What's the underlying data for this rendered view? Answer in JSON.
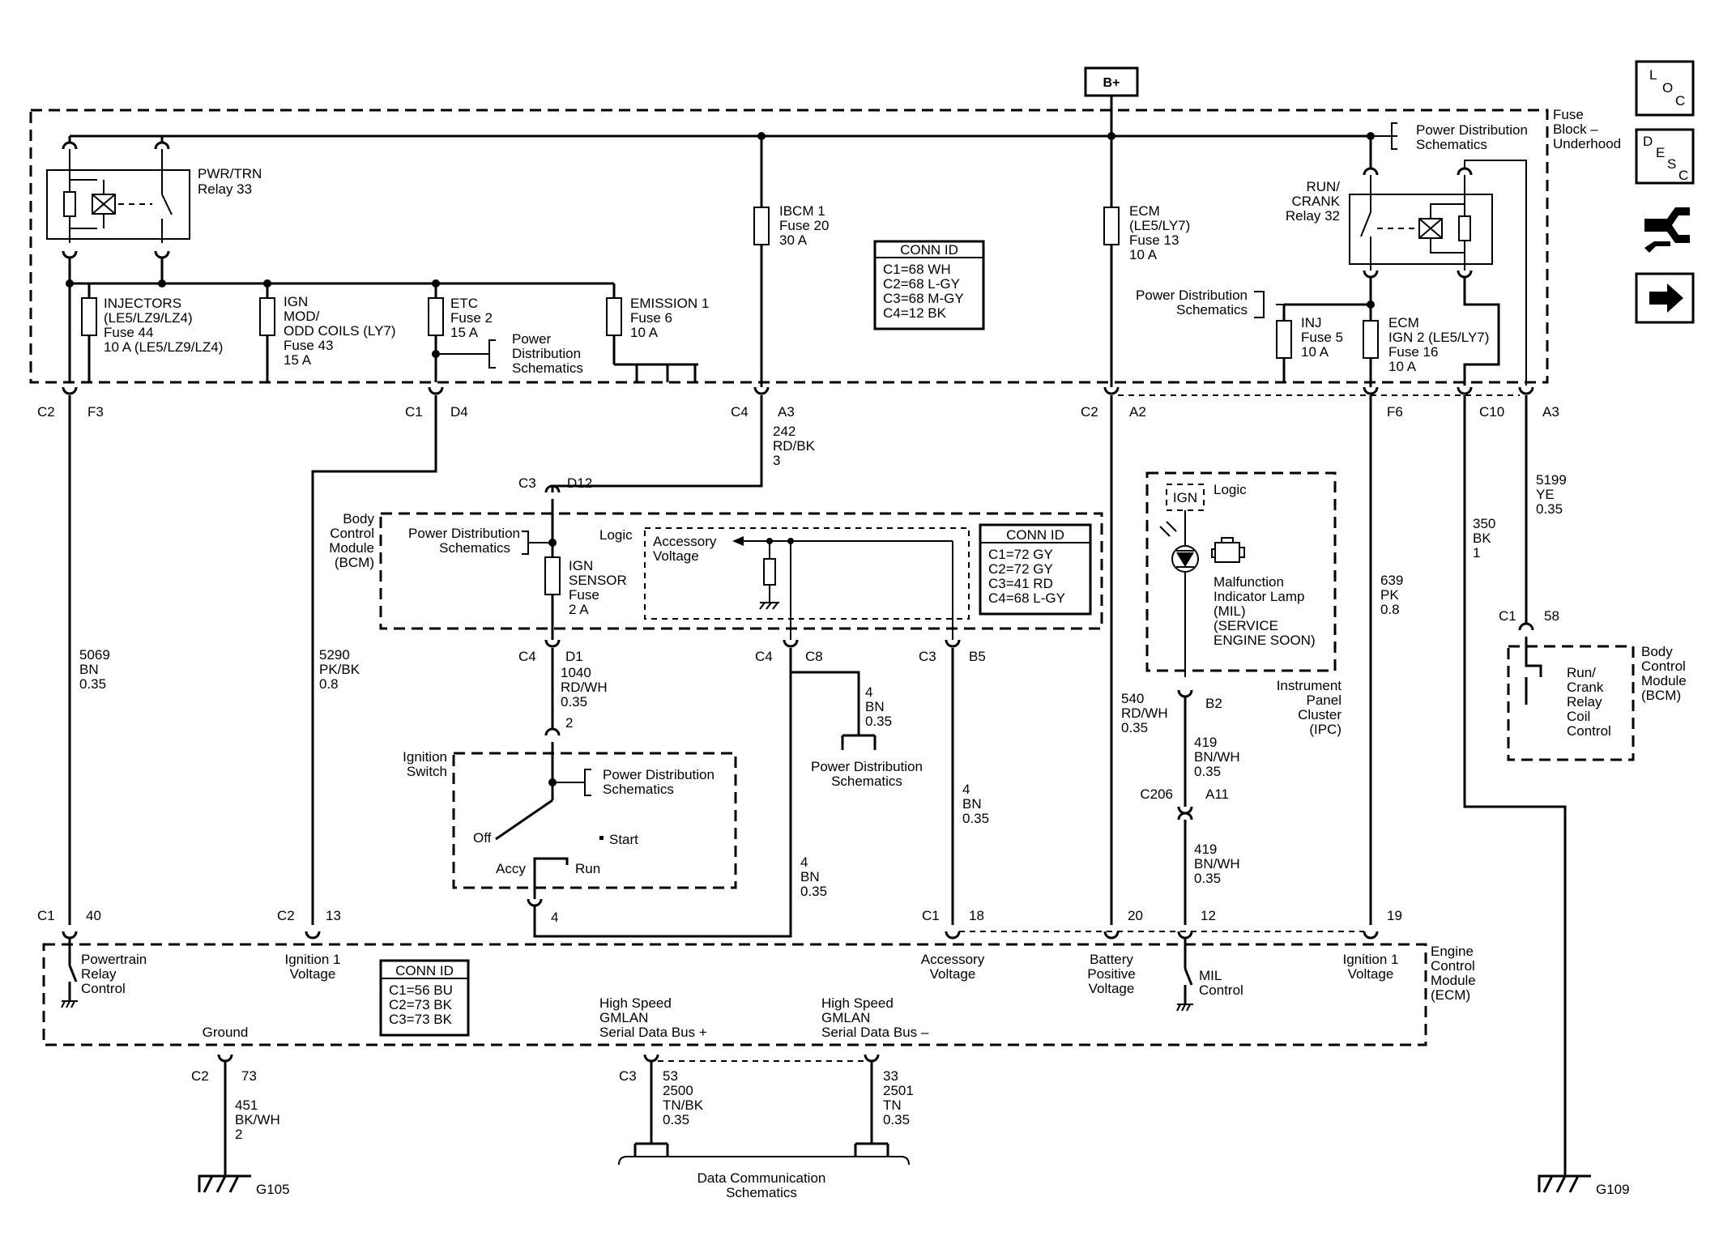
{
  "battery_label": "B+",
  "side_icons": {
    "loc": [
      "L",
      "O",
      "C"
    ],
    "desc": [
      "D",
      "E",
      "S",
      "C"
    ],
    "items": [
      "loc-icon",
      "desc-icon",
      "harness-icon",
      "next-page-arrow-icon"
    ]
  },
  "fuse_block": {
    "label": [
      "Fuse",
      "Block –",
      "Underhood"
    ]
  },
  "pd_top": [
    "Power Distribution",
    "Schematics"
  ],
  "pwr_trn_relay": [
    "PWR/TRN",
    "Relay 33"
  ],
  "run_crank_relay": [
    "RUN/",
    "CRANK",
    "Relay 32"
  ],
  "fuses": {
    "injectors": [
      "INJECTORS",
      "(LE5/LZ9/LZ4)",
      "Fuse 44",
      "10 A (LE5/LZ9/LZ4)"
    ],
    "ign_mod": [
      "IGN",
      "MOD/",
      "ODD COILS (LY7)",
      "Fuse 43",
      "15 A"
    ],
    "etc": [
      "ETC",
      "Fuse 2",
      "15 A"
    ],
    "emission": [
      "EMISSION 1",
      "Fuse 6",
      "10 A"
    ],
    "ibcm": [
      "IBCM 1",
      "Fuse 20",
      "30 A"
    ],
    "ecm": [
      "ECM",
      "(LE5/LY7)",
      "Fuse 13",
      "10 A"
    ],
    "inj5": [
      "INJ",
      "Fuse 5",
      "10 A"
    ],
    "ecm_ign2": [
      "ECM",
      "IGN 2 (LE5/LY7)",
      "Fuse 16",
      "10 A"
    ]
  },
  "pd_etc": [
    "Power",
    "Distribution",
    "Schematics"
  ],
  "pd_ecm_side": [
    "Power Distribution",
    "Schematics"
  ],
  "conn_fuse_block": {
    "title": "CONN ID",
    "rows": [
      "C1=68 WH",
      "C2=68 L-GY",
      "C3=68 M-GY",
      "C4=12 BK"
    ]
  },
  "conn_bcm": {
    "title": "CONN ID",
    "rows": [
      "C1=72 GY",
      "C2=72 GY",
      "C3=41 RD",
      "C4=68 L-GY"
    ]
  },
  "conn_ecm": {
    "title": "CONN ID",
    "rows": [
      "C1=56 BU",
      "C2=73 BK",
      "C3=73 BK"
    ]
  },
  "fb_connectors": [
    {
      "conn": "C2",
      "pin": "F3"
    },
    {
      "conn": "C1",
      "pin": "D4"
    },
    {
      "conn": "C4",
      "pin": "A3"
    },
    {
      "conn": "C2",
      "pin": "A2"
    },
    {
      "conn": "F6",
      "pin": ""
    },
    {
      "conn": "C10",
      "pin": ""
    },
    {
      "conn": "A3",
      "pin": ""
    }
  ],
  "bcm": {
    "label": [
      "Body",
      "Control",
      "Module",
      "(BCM)"
    ],
    "pd": [
      "Power Distribution",
      "Schematics"
    ],
    "logic": "Logic",
    "ign_sensor": [
      "IGN",
      "SENSOR",
      "Fuse",
      "2 A"
    ],
    "acc_voltage": [
      "Accessory",
      "Voltage"
    ],
    "c3": "C3",
    "d12": "D12",
    "c4": "C4",
    "d1": "D1",
    "c4b": "C4",
    "c8": "C8",
    "c3b": "C3",
    "b5": "B5"
  },
  "wires": {
    "w242": [
      "242",
      "RD/BK",
      "3"
    ],
    "w5069": [
      "5069",
      "BN",
      "0.35"
    ],
    "w5290": [
      "5290",
      "PK/BK",
      "0.8"
    ],
    "w1040": [
      "1040",
      "RD/WH",
      "0.35"
    ],
    "w4a": [
      "4",
      "BN",
      "0.35"
    ],
    "w4b": [
      "4",
      "BN",
      "0.35"
    ],
    "w4c": [
      "4",
      "BN",
      "0.35"
    ],
    "w540": [
      "540",
      "RD/WH",
      "0.35"
    ],
    "w419a": [
      "419",
      "BN/WH",
      "0.35"
    ],
    "w419b": [
      "419",
      "BN/WH",
      "0.35"
    ],
    "w639": [
      "639",
      "PK",
      "0.8"
    ],
    "w350": [
      "350",
      "BK",
      "1"
    ],
    "w5199": [
      "5199",
      "YE",
      "0.35"
    ],
    "w451": [
      "451",
      "BK/WH",
      "2"
    ],
    "w2500": [
      "53",
      "2500",
      "TN/BK",
      "0.35"
    ],
    "w2501": [
      "33",
      "2501",
      "TN",
      "0.35"
    ]
  },
  "pd_c8": [
    "Power Distribution",
    "Schematics"
  ],
  "ignition_switch": {
    "label": [
      "Ignition",
      "Switch"
    ],
    "pd": [
      "Power Distribution",
      "Schematics"
    ],
    "off": "Off",
    "start": "Start",
    "accy": "Accy",
    "run": "Run",
    "pin2": "2",
    "pin4": "4"
  },
  "ipc": {
    "label": [
      "Instrument",
      "Panel",
      "Cluster",
      "(IPC)"
    ],
    "ign": "IGN",
    "logic": "Logic",
    "mil": [
      "Malfunction",
      "Indicator Lamp",
      "(MIL)",
      "(SERVICE",
      "ENGINE SOON)"
    ],
    "b2": "B2",
    "c206": "C206",
    "a11": "A11"
  },
  "bcm_right": {
    "label": [
      "Body",
      "Control",
      "Module",
      "(BCM)"
    ],
    "coil": [
      "Run/",
      "Crank",
      "Relay",
      "Coil",
      "Control"
    ],
    "c1": "C1",
    "pin": "58"
  },
  "ecm": {
    "label": [
      "Engine",
      "Control",
      "Module",
      "(ECM)"
    ],
    "pins": [
      {
        "conn": "C1",
        "pin": "40"
      },
      {
        "conn": "C2",
        "pin": "13"
      },
      {
        "conn": "C1",
        "pin": "18"
      },
      {
        "conn": "",
        "pin": "20"
      },
      {
        "conn": "",
        "pin": "12"
      },
      {
        "conn": "",
        "pin": "19"
      }
    ],
    "ptr": [
      "Powertrain",
      "Relay",
      "Control"
    ],
    "ign1_left": [
      "Ignition 1",
      "Voltage"
    ],
    "acc": [
      "Accessory",
      "Voltage"
    ],
    "batt": [
      "Battery",
      "Positive",
      "Voltage"
    ],
    "mil": [
      "MIL",
      "Control"
    ],
    "ign1_right": [
      "Ignition 1",
      "Voltage"
    ],
    "ground": "Ground",
    "gnd_conn": "C2",
    "gnd_pin": "73",
    "hs_plus": [
      "High Speed",
      "GMLAN",
      "Serial Data Bus +"
    ],
    "hs_minus": [
      "High Speed",
      "GMLAN",
      "Serial Data Bus –"
    ],
    "c3": "C3"
  },
  "data_comm": [
    "Data Communication",
    "Schematics"
  ],
  "grounds": {
    "g105": "G105",
    "g109": "G109"
  }
}
